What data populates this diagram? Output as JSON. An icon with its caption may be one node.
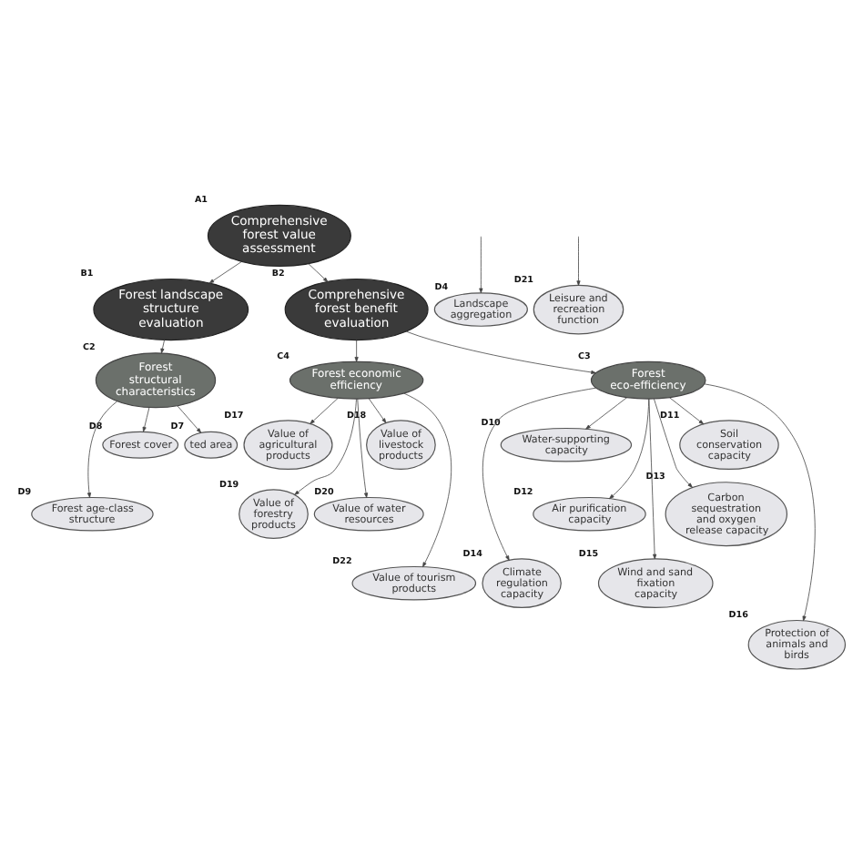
{
  "diagram": {
    "nodes": [
      {
        "text": [
          "Comprehensive forest value assessment"
        ],
        "beside": [
          "A1"
        ]
      },
      {
        "text": [
          "Forest landscape structure evaluation"
        ],
        "beside": [
          "B1"
        ]
      },
      {
        "text": [
          "Comprehensive forest benefit evaluation"
        ],
        "beside": [
          "B2"
        ]
      },
      {
        "text": [
          "Landscape aggregation"
        ],
        "beside": [
          "D4"
        ]
      },
      {
        "text": [
          "Forest structural characteristics"
        ],
        "beside": [
          "C2"
        ]
      },
      {
        "text": [
          "ted area"
        ],
        "beside": [
          "D7"
        ]
      },
      {
        "text": [
          "Forest cover"
        ],
        "beside": [
          "D8"
        ]
      },
      {
        "text": [
          "Forest age-class structure"
        ],
        "beside": [
          "D9"
        ]
      },
      {
        "text": [
          "Forest eco-efficiency"
        ],
        "beside": [
          "C3"
        ]
      },
      {
        "text": [
          "Water-supporting capacity"
        ],
        "beside": [
          "D10"
        ]
      },
      {
        "text": [
          "Soil conservation capacity"
        ],
        "beside": [
          "D11"
        ]
      },
      {
        "text": [
          "Air purification capacity"
        ],
        "beside": [
          "D12"
        ]
      },
      {
        "text": [
          "Carbon sequestration and oxygen release capacity"
        ],
        "beside": [
          "D13"
        ]
      },
      {
        "text": [
          "Climate regulation capacity"
        ],
        "beside": [
          "D14"
        ]
      },
      {
        "text": [
          "Wind and sand fixation capacity"
        ],
        "beside": [
          "D15"
        ]
      },
      {
        "text": [
          "Protection of animals and birds"
        ],
        "beside": [
          "D16"
        ]
      },
      {
        "text": [
          "Forest economic efficiency"
        ],
        "beside": [
          "C4"
        ]
      },
      {
        "text": [
          "Leisure and recreation function"
        ],
        "beside": [
          "D21"
        ]
      },
      {
        "text": [
          "Value of agricultural products"
        ],
        "beside": [
          "D17"
        ]
      },
      {
        "text": [
          "Value of livestock products"
        ],
        "beside": [
          "D18"
        ]
      },
      {
        "text": [
          "Value of forestry products"
        ],
        "beside": [
          "D19"
        ]
      },
      {
        "text": [
          "Value of water resources"
        ],
        "beside": [
          "D20"
        ]
      },
      {
        "text": [
          "Value of tourism products"
        ],
        "beside": [
          "D22"
        ]
      }
    ],
    "edges": [
      {
        "from": 0,
        "to": 1,
        "arrow": "to"
      },
      {
        "from": 0,
        "to": 2,
        "arrow": "to"
      },
      {
        "from": null,
        "to": 3,
        "arrow": "to"
      },
      {
        "from": 1,
        "to": 4,
        "arrow": "to"
      },
      {
        "from": 4,
        "to": 5,
        "arrow": "to"
      },
      {
        "from": 4,
        "to": 6,
        "arrow": "to"
      },
      {
        "from": 4,
        "to": 7,
        "arrow": "to"
      },
      {
        "from": 2,
        "to": 8,
        "arrow": "to"
      },
      {
        "from": 8,
        "to": 9,
        "arrow": "to"
      },
      {
        "from": 8,
        "to": 10,
        "arrow": "to"
      },
      {
        "from": 8,
        "to": 11,
        "arrow": "to"
      },
      {
        "from": 8,
        "to": 12,
        "arrow": "to"
      },
      {
        "from": 8,
        "to": 13,
        "arrow": "to"
      },
      {
        "from": 8,
        "to": 14,
        "arrow": "to"
      },
      {
        "from": 8,
        "to": 15,
        "arrow": "to"
      },
      {
        "from": 2,
        "to": 16,
        "arrow": "to"
      },
      {
        "from": null,
        "to": 17,
        "arrow": "to"
      },
      {
        "from": 16,
        "to": 18,
        "arrow": "to"
      },
      {
        "from": 16,
        "to": 19,
        "arrow": "to"
      },
      {
        "from": 16,
        "to": 20,
        "arrow": "to"
      },
      {
        "from": 16,
        "to": 21,
        "arrow": "to"
      },
      {
        "from": 16,
        "to": 22,
        "arrow": "to"
      }
    ]
  }
}
